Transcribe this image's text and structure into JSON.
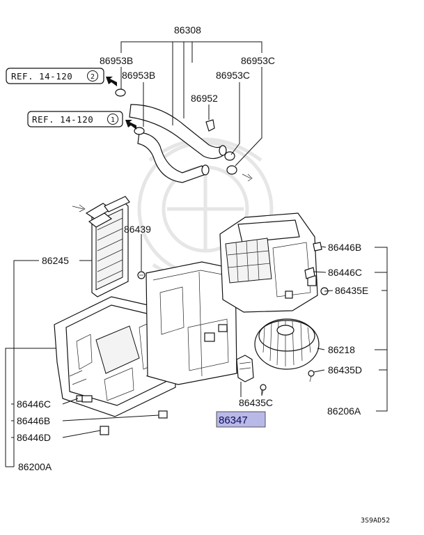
{
  "refs": [
    "REF. 14-120",
    "REF. 14-120"
  ],
  "ref_circles": [
    "2",
    "1"
  ],
  "labels": {
    "l86308": "86308",
    "l86953b_a": "86953B",
    "l86953b_b": "86953B",
    "l86953c_a": "86953C",
    "l86953c_b": "86953C",
    "l86952": "86952",
    "l86439": "86439",
    "l86245": "86245",
    "l86446b_r": "86446B",
    "l86446c_r": "86446C",
    "l86435e": "86435E",
    "l86218": "86218",
    "l86435d": "86435D",
    "l86435c": "86435C",
    "l86206a": "86206A",
    "l86446c_l": "86446C",
    "l86446b_l": "86446B",
    "l86446d": "86446D",
    "l86200a": "86200A",
    "l86347": "86347"
  },
  "highlight_color": "#b9b9e8",
  "diagram_code": "3S9AD52"
}
